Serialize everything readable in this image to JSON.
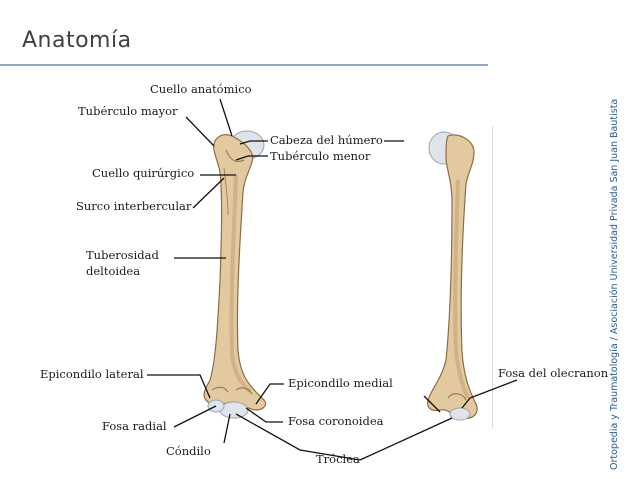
{
  "slide": {
    "title": "Anatomía",
    "credit": "Ortopedia y Traumatología / Asociación Universidad Privada San Juan Bautista"
  },
  "labels": {
    "cuello_anatomico": "Cuello anatómico",
    "tuberculo_mayor": "Tubérculo mayor",
    "cabeza_humero": "Cabeza del húmero",
    "tuberculo_menor": "Tubérculo menor",
    "cuello_quirurgico": "Cuello quirúrgico",
    "surco_intertubercular": "Surco interbercular",
    "tuberosidad_line1": "Tuberosidad",
    "tuberosidad_line2": "deltoidea",
    "epicondilo_lateral": "Epicondilo lateral",
    "epicondilo_medial": "Epicondilo medial",
    "fosa_olecranon": "Fosa del olecranon",
    "fosa_radial": "Fosa radial",
    "fosa_coronoidea": "Fosa coronoidea",
    "condilo": "Cóndilo",
    "troclea": "Tróclea"
  },
  "colors": {
    "bone": "#e3c9a0",
    "bone_shadow": "#c9a87a",
    "bone_outline": "#8c6e45",
    "cartilage": "#dfe4ea",
    "accent_rule": "#8fa8c8",
    "credit_text": "#2e5e8e"
  }
}
